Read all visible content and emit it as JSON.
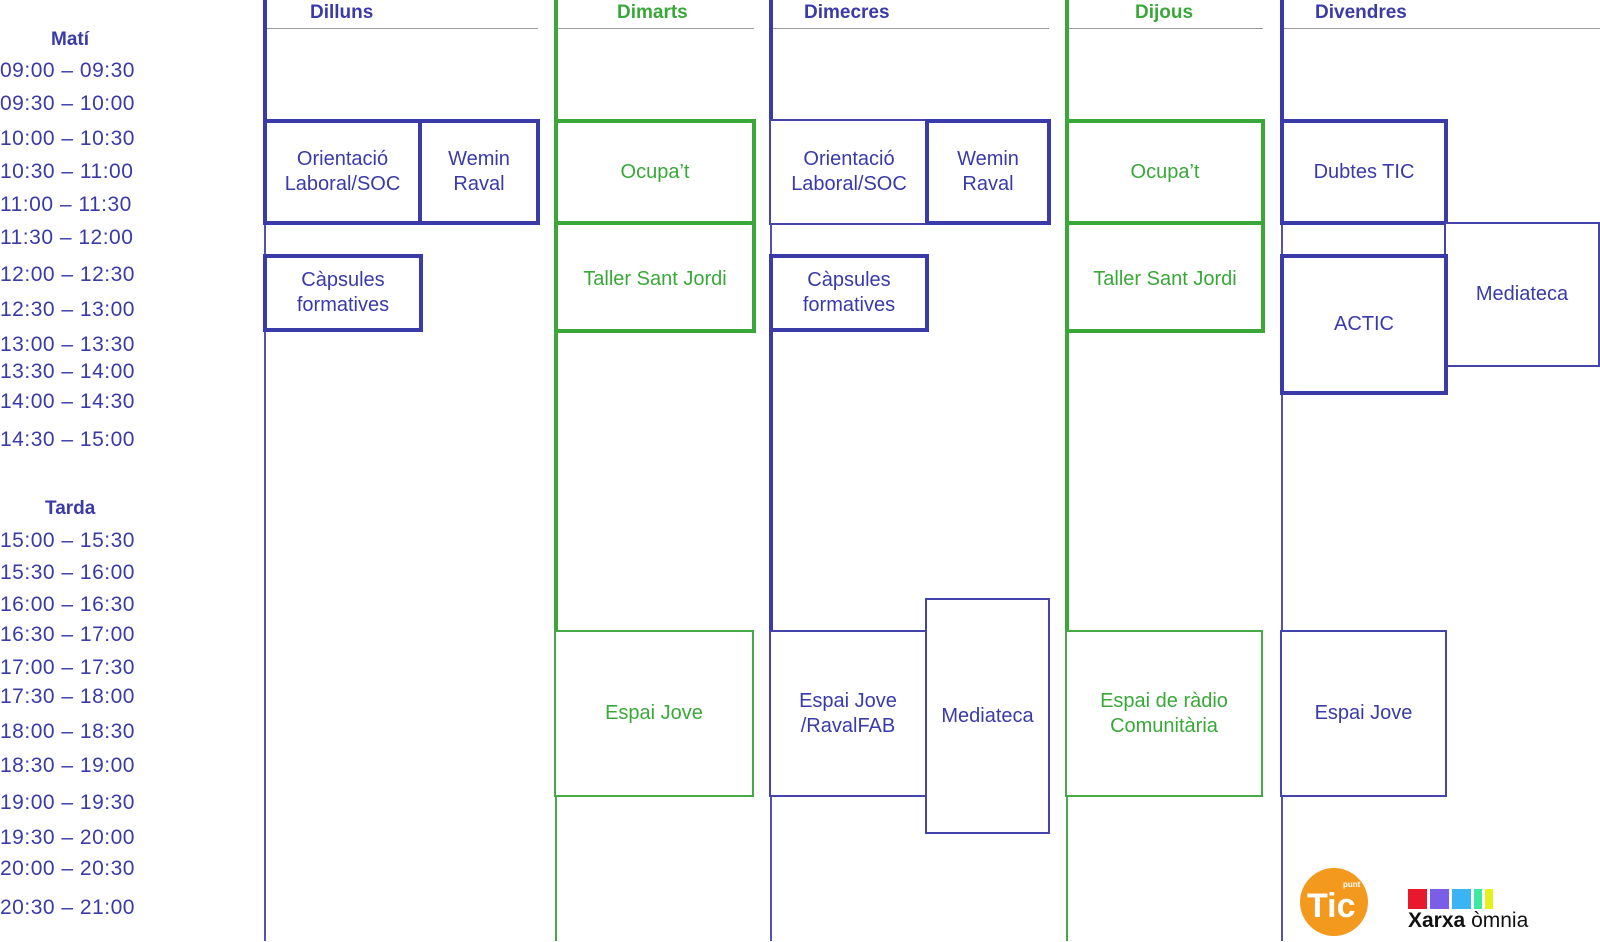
{
  "morning": {
    "label": "Matí",
    "slots": [
      "09:00 – 09:30",
      "09:30 – 10:00",
      "10:00 – 10:30",
      "10:30 – 11:00",
      "11:00 – 11:30",
      "11:30 – 12:00",
      "12:00 – 12:30",
      "12:30 – 13:00",
      "13:00 – 13:30",
      "13:30 – 14:00",
      "14:00 – 14:30",
      "14:30 – 15:00"
    ]
  },
  "afternoon": {
    "label": "Tarda",
    "slots": [
      "15:00 – 15:30",
      "15:30 – 16:00",
      "16:00 – 16:30",
      "16:30 – 17:00",
      "17:00 – 17:30",
      "17:30 – 18:00",
      "18:00 – 18:30",
      "18:30 – 19:00",
      "19:00 – 19:30",
      "19:30 – 20:00",
      "20:00 – 20:30",
      "20:30 – 21:00"
    ]
  },
  "days": [
    "Dilluns",
    "Dimarts",
    "Dimecres",
    "Dijous",
    "Divendres"
  ],
  "activities": {
    "mon_orientacio": [
      "Orientació",
      "Laboral/SOC"
    ],
    "mon_wemin": [
      "Wemin",
      "Raval"
    ],
    "mon_capsules": [
      "Càpsules",
      "formatives"
    ],
    "tue_ocupat": "Ocupa’t",
    "tue_taller": "Taller Sant Jordi",
    "tue_espai": "Espai Jove",
    "wed_orientacio": [
      "Orientació",
      "Laboral/SOC"
    ],
    "wed_wemin": [
      "Wemin",
      "Raval"
    ],
    "wed_capsules": [
      "Càpsules",
      "formatives"
    ],
    "wed_espai": [
      "Espai Jove",
      "/RavalFAB"
    ],
    "wed_mediateca": "Mediateca",
    "thu_ocupat": "Ocupa’t",
    "thu_taller": "Taller Sant Jordi",
    "thu_radio": [
      "Espai de ràdio",
      "Comunitària"
    ],
    "fri_dubtes": "Dubtes TIC",
    "fri_mediateca": "Mediateca",
    "fri_actic": "ACTIC",
    "fri_espai": "Espai Jove"
  },
  "logos": {
    "punt_tic": {
      "small": "punt",
      "big": "Tic",
      "color": "#f39a1e"
    },
    "xarxa_omnia": {
      "text1": "Xarxa",
      "text2": "òmnia",
      "colors": [
        "#e8192c",
        "#7b5ee8",
        "#3ab4f2",
        "#3de8a0",
        "#e6f01e"
      ]
    }
  },
  "colors": {
    "blue": "#3a3aa8",
    "green": "#39a839"
  }
}
